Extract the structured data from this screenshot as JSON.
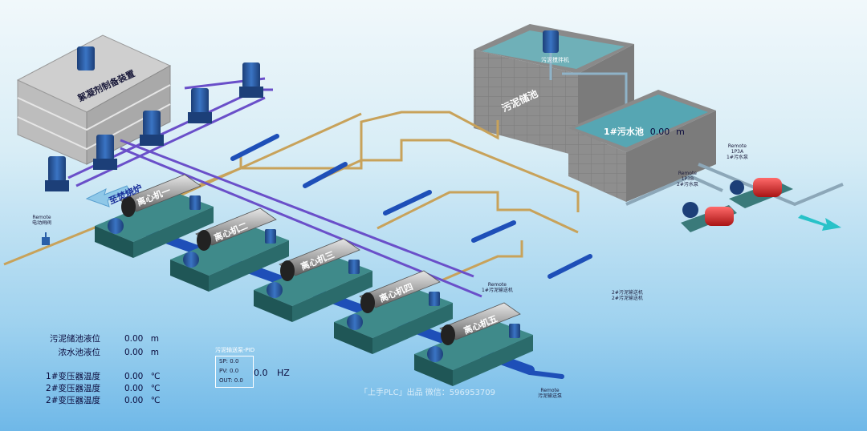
{
  "labels": {
    "flocculant_device": "絮凝剂制备装置",
    "to_boiler": "至焚烧炉",
    "sludge_tank": "污泥储池",
    "sludge_mixer": "污泥搅拌机",
    "sewage_tank": "1#污水池",
    "sewage_level": "0.00",
    "sewage_unit": "m",
    "centrifuges": [
      "离心机一",
      "离心机二",
      "离心机三",
      "离心机四",
      "离心机五"
    ],
    "remote_valve": [
      "Remote",
      "电动闸阀"
    ],
    "pump1": [
      "Remote",
      "1P3A",
      "1#污水泵"
    ],
    "pump2": [
      "Remote",
      "1P3B",
      "2#污水泵"
    ],
    "conveyor1": [
      "Remote",
      "1#污泥输送机"
    ],
    "conveyor2": [
      "2#污泥输送机",
      "2#污泥输送机"
    ],
    "sludge_pump": [
      "Remote",
      "污泥输送泵"
    ]
  },
  "readouts": [
    {
      "name": "污泥储池液位",
      "value": "0.00",
      "unit": "m"
    },
    {
      "name": "浓水池液位",
      "value": "0.00",
      "unit": "m"
    },
    {
      "name": "1#变压器温度",
      "value": "0.00",
      "unit": "℃"
    },
    {
      "name": "2#变压器温度",
      "value": "0.00",
      "unit": "℃"
    },
    {
      "name": "2#变压器温度",
      "value": "0.00",
      "unit": "℃"
    }
  ],
  "pid": {
    "title": "污泥输送泵-PID",
    "sp_label": "SP:",
    "sp": "0.0",
    "pv_label": "PV:",
    "pv": "0.0",
    "out_label": "OUT:",
    "out": "0.0",
    "freq": "0.0",
    "freq_unit": "HZ"
  },
  "credit": "「上手PLC」出品  微信：596953709",
  "colors": {
    "pipe_orange": "#c8a25a",
    "pipe_purple": "#6a4fc9",
    "pipe_blue": "#1e4fb8",
    "pipe_grey": "#7a93a8",
    "machine_base": "#2f6b6b",
    "motor_blue": "#2a5fa8",
    "motor_red": "#d82c2c",
    "water": "#4fa8b3",
    "flow_arrow": "#28c2c8"
  }
}
